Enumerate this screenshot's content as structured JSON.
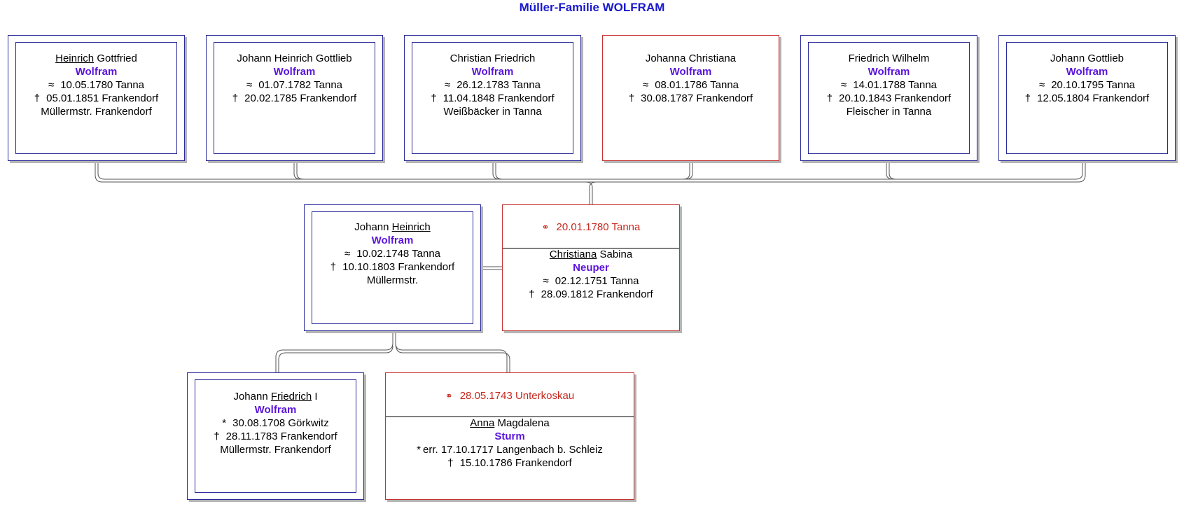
{
  "title": "Müller-Familie WOLFRAM",
  "symbols": {
    "baptism": "≈",
    "death": "†",
    "birth": "*",
    "marriage": "⚭"
  },
  "children": [
    {
      "first": "Heinrich",
      "rest": "Gottfried",
      "surname": "Wolfram",
      "baptism": "10.05.1780 Tanna",
      "death": "05.01.1851 Frankendorf",
      "note": "Müllermstr. Frankendorf"
    },
    {
      "first": "",
      "rest": "Johann Heinrich Gottlieb",
      "surname": "Wolfram",
      "baptism": "01.07.1782 Tanna",
      "death": "20.02.1785 Frankendorf",
      "note": ""
    },
    {
      "first": "",
      "rest": "Christian Friedrich",
      "surname": "Wolfram",
      "baptism": "26.12.1783 Tanna",
      "death": "11.04.1848 Frankendorf",
      "note": "Weißbäcker in Tanna"
    },
    {
      "first": "",
      "rest": "Johanna Christiana",
      "surname": "Wolfram",
      "baptism": "08.01.1786 Tanna",
      "death": "30.08.1787 Frankendorf",
      "note": ""
    },
    {
      "first": "",
      "rest": "Friedrich Wilhelm",
      "surname": "Wolfram",
      "baptism": "14.01.1788 Tanna",
      "death": "20.10.1843 Frankendorf",
      "note": "Fleischer in Tanna"
    },
    {
      "first": "",
      "rest": "Johann Gottlieb",
      "surname": "Wolfram",
      "baptism": "20.10.1795 Tanna",
      "death": "12.05.1804 Frankendorf",
      "note": ""
    }
  ],
  "father": {
    "pre": "Johann",
    "first": "Heinrich",
    "surname": "Wolfram",
    "baptism": "10.02.1748 Tanna",
    "death": "10.10.1803 Frankendorf",
    "note": "Müllermstr."
  },
  "mother": {
    "marriage": "20.01.1780 Tanna",
    "first": "Christiana",
    "rest": "Sabina",
    "surname": "Neuper",
    "baptism": "02.12.1751 Tanna",
    "death": "28.09.1812 Frankendorf"
  },
  "grandfather": {
    "pre": "Johann",
    "first": "Friedrich",
    "post": "I",
    "surname": "Wolfram",
    "birth": "30.08.1708 Görkwitz",
    "death": "28.11.1783 Frankendorf",
    "note": "Müllermstr. Frankendorf"
  },
  "grandmother": {
    "marriage": "28.05.1743 Unterkoskau",
    "first": "Anna",
    "rest": "Magdalena",
    "surname": "Sturm",
    "birth": "err. 17.10.1717 Langenbach b. Schleiz",
    "death": "15.10.1786 Frankendorf"
  }
}
